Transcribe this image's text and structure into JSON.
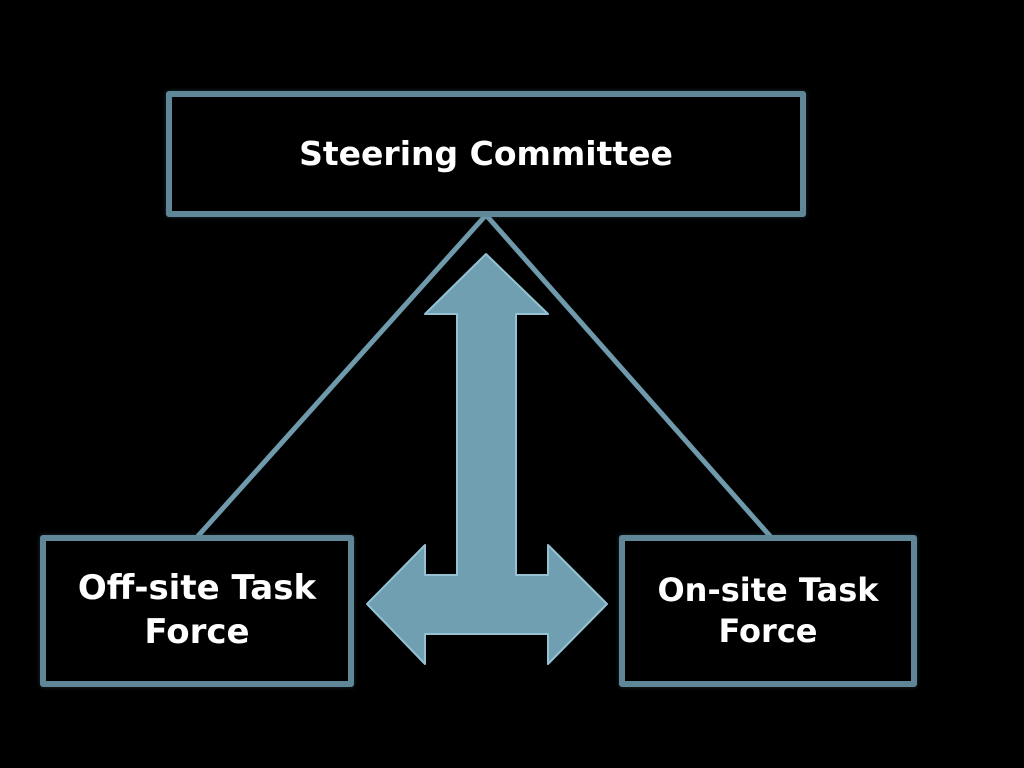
{
  "diagram": {
    "top_box": {
      "label": "Steering Committee"
    },
    "left_box": {
      "label": "Off-site Task Force"
    },
    "right_box": {
      "label": "On-site Task Force"
    },
    "connectors": [
      {
        "from": "top_box",
        "to": "left_box",
        "style": "line"
      },
      {
        "from": "top_box",
        "to": "right_box",
        "style": "line"
      },
      {
        "from": "top_box",
        "to": [
          "left_box",
          "right_box"
        ],
        "style": "three-way-arrow"
      }
    ]
  },
  "colors": {
    "background": "#000000",
    "box_border": "#5f8797",
    "line": "#6f9aac",
    "arrow_fill": "#6f9fb1",
    "arrow_stroke": "#95c2d3",
    "text": "#ffffff"
  }
}
